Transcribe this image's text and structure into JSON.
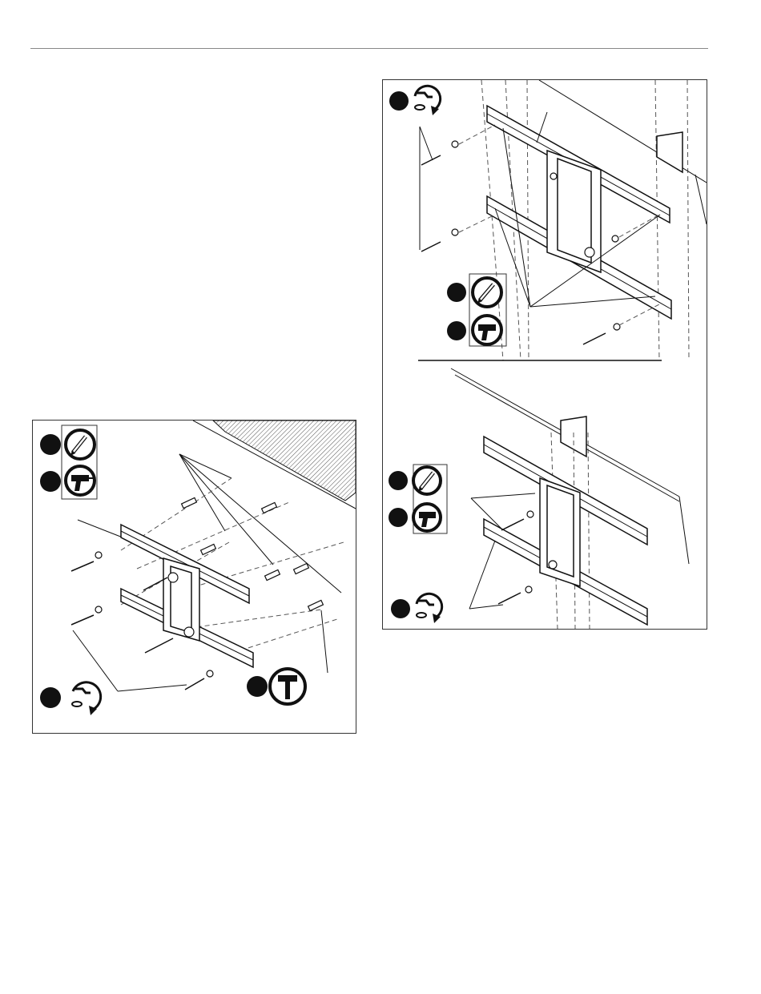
{
  "page": {
    "background": "#ffffff",
    "rule_color": "#888888",
    "ink_color": "#111111"
  },
  "figures": [
    {
      "id": "left-figure",
      "icons": [
        "pencil-icon",
        "drill-icon",
        "wrench-rotate-icon",
        "hammer-icon"
      ]
    },
    {
      "id": "right-figure-top",
      "icons": [
        "wrench-rotate-icon",
        "pencil-icon",
        "drill-icon"
      ]
    },
    {
      "id": "right-figure-bottom",
      "icons": [
        "pencil-icon",
        "drill-icon",
        "wrench-rotate-icon"
      ]
    }
  ]
}
